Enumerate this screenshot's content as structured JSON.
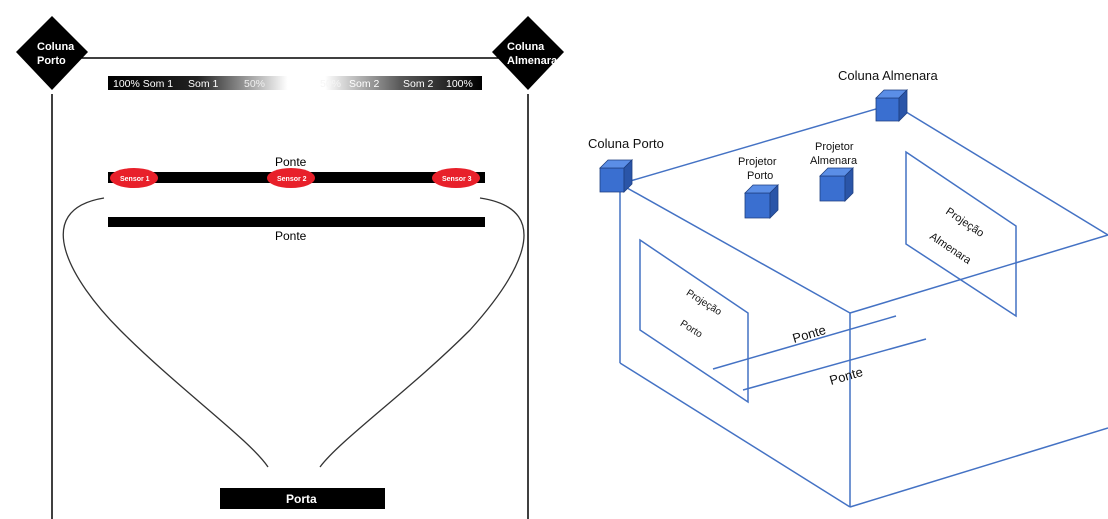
{
  "colors": {
    "black": "#000000",
    "sensor_red": "#e8202a",
    "iso_line": "#4472c4",
    "cube_front": "#3a6fd0",
    "cube_top": "#5b8ee6",
    "cube_side": "#2a55a8"
  },
  "plan": {
    "column_left": [
      "Coluna",
      "Porto"
    ],
    "column_right": [
      "Coluna",
      "Almenara"
    ],
    "gradient_bar": {
      "left_labels": [
        "100% Som 1",
        "Som 1",
        "50%"
      ],
      "right_labels": [
        "50%",
        "Som 2",
        "Som 2",
        "100%"
      ]
    },
    "bridge_top_label": "Ponte",
    "bridge_bottom_label": "Ponte",
    "sensors": [
      "Sensor 1",
      "Sensor 2",
      "Sensor 3"
    ],
    "door_label": "Porta"
  },
  "iso": {
    "column_porto": "Coluna Porto",
    "column_almenara": "Coluna Almenara",
    "projector_porto": [
      "Projetor",
      "Porto"
    ],
    "projector_almenara": [
      "Projetor",
      "Almenara"
    ],
    "projection_right": [
      "Projeção",
      "Almenara"
    ],
    "projection_left": [
      "Projeção",
      "Porto"
    ],
    "bridge_label_1": "Ponte",
    "bridge_label_2": "Ponte"
  }
}
